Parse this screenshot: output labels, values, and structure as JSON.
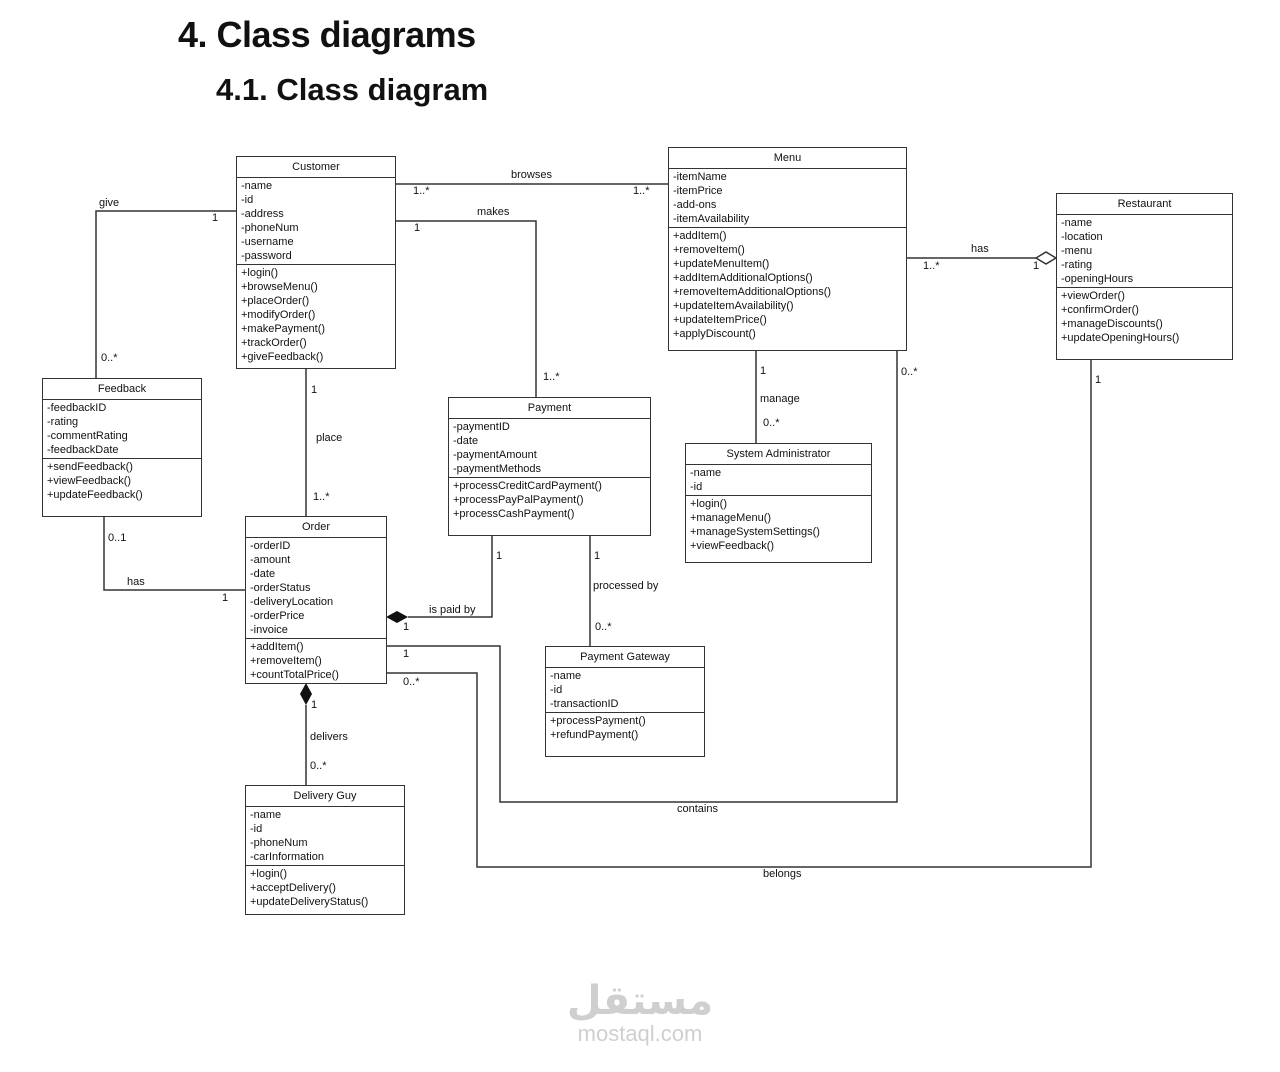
{
  "headings": {
    "section": "4. Class diagrams",
    "subsection": "4.1.  Class diagram"
  },
  "classes": {
    "customer": {
      "name": "Customer",
      "attributes": [
        "-name",
        "-id",
        "-address",
        "-phoneNum",
        "-username",
        "-password"
      ],
      "methods": [
        "+login()",
        "+browseMenu()",
        "+placeOrder()",
        "+modifyOrder()",
        "+makePayment()",
        "+trackOrder()",
        "+giveFeedback()"
      ]
    },
    "menu": {
      "name": "Menu",
      "attributes": [
        "-itemName",
        "-itemPrice",
        "-add-ons",
        "-itemAvailability"
      ],
      "methods": [
        "+addItem()",
        "+removeItem()",
        "+updateMenuItem()",
        "+addItemAdditionalOptions()",
        "+removeItemAdditionalOptions()",
        "+updateItemAvailability()",
        "+updateItemPrice()",
        "+applyDiscount()"
      ]
    },
    "restaurant": {
      "name": "Restaurant",
      "attributes": [
        "-name",
        "-location",
        "-menu",
        "-rating",
        "-openingHours"
      ],
      "methods": [
        "+viewOrder()",
        "+confirmOrder()",
        "+manageDiscounts()",
        "+updateOpeningHours()"
      ]
    },
    "feedback": {
      "name": "Feedback",
      "attributes": [
        "-feedbackID",
        "-rating",
        "-commentRating",
        "-feedbackDate"
      ],
      "methods": [
        "+sendFeedback()",
        "+viewFeedback()",
        "+updateFeedback()"
      ]
    },
    "payment": {
      "name": "Payment",
      "attributes": [
        "-paymentID",
        "-date",
        "-paymentAmount",
        "-paymentMethods"
      ],
      "methods": [
        "+processCreditCardPayment()",
        "+processPayPalPayment()",
        "+processCashPayment()"
      ]
    },
    "sysadmin": {
      "name": "System Administrator",
      "attributes": [
        "-name",
        "-id"
      ],
      "methods": [
        "+login()",
        "+manageMenu()",
        "+manageSystemSettings()",
        "+viewFeedback()"
      ]
    },
    "order": {
      "name": "Order",
      "attributes": [
        "-orderID",
        "-amount",
        "-date",
        "-orderStatus",
        "-deliveryLocation",
        "-orderPrice",
        "-invoice"
      ],
      "methods": [
        "+addItem()",
        "+removeItem()",
        "+countTotalPrice()"
      ]
    },
    "gateway": {
      "name": "Payment Gateway",
      "attributes": [
        "-name",
        "-id",
        "-transactionID"
      ],
      "methods": [
        "+processPayment()",
        "+refundPayment()"
      ]
    },
    "delivery": {
      "name": "Delivery Guy",
      "attributes": [
        "-name",
        "-id",
        "-phoneNum",
        "-carInformation"
      ],
      "methods": [
        "+login()",
        "+acceptDelivery()",
        "+updateDeliveryStatus()"
      ]
    }
  },
  "associations": {
    "browses": {
      "label": "browses",
      "m1": "1..*",
      "m2": "1..*"
    },
    "makes": {
      "label": "makes",
      "m1": "1",
      "m2": "1..*"
    },
    "give": {
      "label": "give",
      "m1": "1",
      "m2": "0..*"
    },
    "place": {
      "label": "place",
      "m1": "1",
      "m2": "1..*"
    },
    "has_feedback": {
      "label": "has",
      "m1": "0..1",
      "m2": "1"
    },
    "is_paid_by": {
      "label": "is paid by",
      "m1": "1",
      "m2": "1"
    },
    "processed_by": {
      "label": "processed by",
      "m1": "1",
      "m2": "0..*"
    },
    "manage": {
      "label": "manage",
      "m1": "1",
      "m2": "0..*"
    },
    "has_menu": {
      "label": "has",
      "m1": "1..*",
      "m2": "1"
    },
    "contains": {
      "label": "contains",
      "m1": "1",
      "m2": "0..*"
    },
    "belongs": {
      "label": "belongs",
      "m1": "0..*",
      "m2": "1"
    },
    "delivers": {
      "label": "delivers",
      "m1": "1",
      "m2": "0..*"
    }
  },
  "watermark": {
    "arabic": "مستقل",
    "latin": "mostaql.com"
  }
}
